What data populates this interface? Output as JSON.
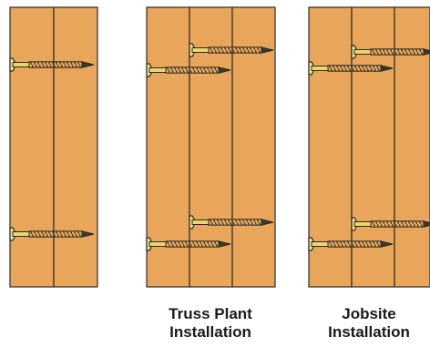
{
  "colors": {
    "wood": "#E9A65A",
    "outline": "#2b2b2b",
    "screw_body": "#E8D76E",
    "screw_thread": "#3a3a2a",
    "screw_head": "#F2E48A"
  },
  "icons": {
    "screw": "screw-icon",
    "board": "wood-board-icon"
  },
  "panels": [
    {
      "id": "panel-1",
      "captions": []
    },
    {
      "id": "truss-plant",
      "captions": [
        "Truss Plant",
        "Installation"
      ]
    },
    {
      "id": "jobsite",
      "captions": [
        "Jobsite",
        "Installation"
      ]
    }
  ]
}
